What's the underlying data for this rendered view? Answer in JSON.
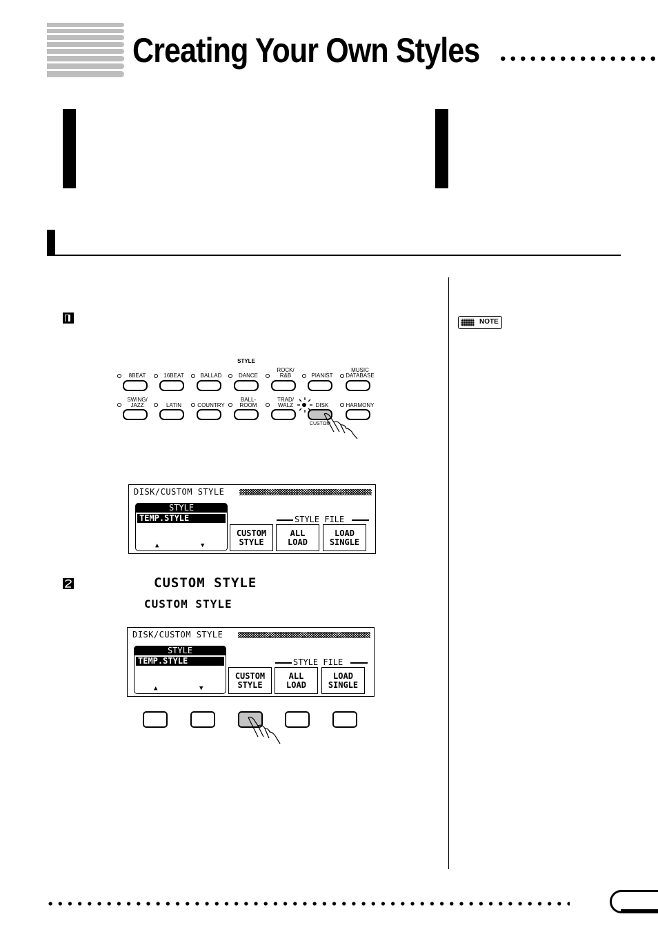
{
  "header": {
    "title": "Creating Your Own Styles"
  },
  "steps": [
    {
      "number": "1"
    },
    {
      "number": "2"
    }
  ],
  "note": {
    "label": "NOTE"
  },
  "style_panel": {
    "title": "STYLE",
    "row1": [
      "8BEAT",
      "16BEAT",
      "BALLAD",
      "DANCE",
      "ROCK/\nR&B",
      "PIANIST",
      "MUSIC\nDATABASE"
    ],
    "row2": [
      "SWING/\nJAZZ",
      "LATIN",
      "COUNTRY",
      "BALL-\nROOM",
      "TRAD/\nWALZ",
      "DISK",
      "HARMONY"
    ],
    "custom_label": "CUSTOM"
  },
  "lcd": {
    "title": "DISK/CUSTOM STYLE",
    "style_header": "STYLE",
    "selected_style": "TEMP.STYLE",
    "style_file_label": "STYLE FILE",
    "up_arrow": "▲",
    "down_arrow": "▼",
    "options": [
      {
        "line1": "CUSTOM",
        "line2": "STYLE"
      },
      {
        "line1": "ALL",
        "line2": "LOAD"
      },
      {
        "line1": "LOAD",
        "line2": "SINGLE"
      }
    ]
  },
  "step2": {
    "custom_style_1": "CUSTOM STYLE",
    "custom_style_2": "CUSTOM STYLE"
  }
}
